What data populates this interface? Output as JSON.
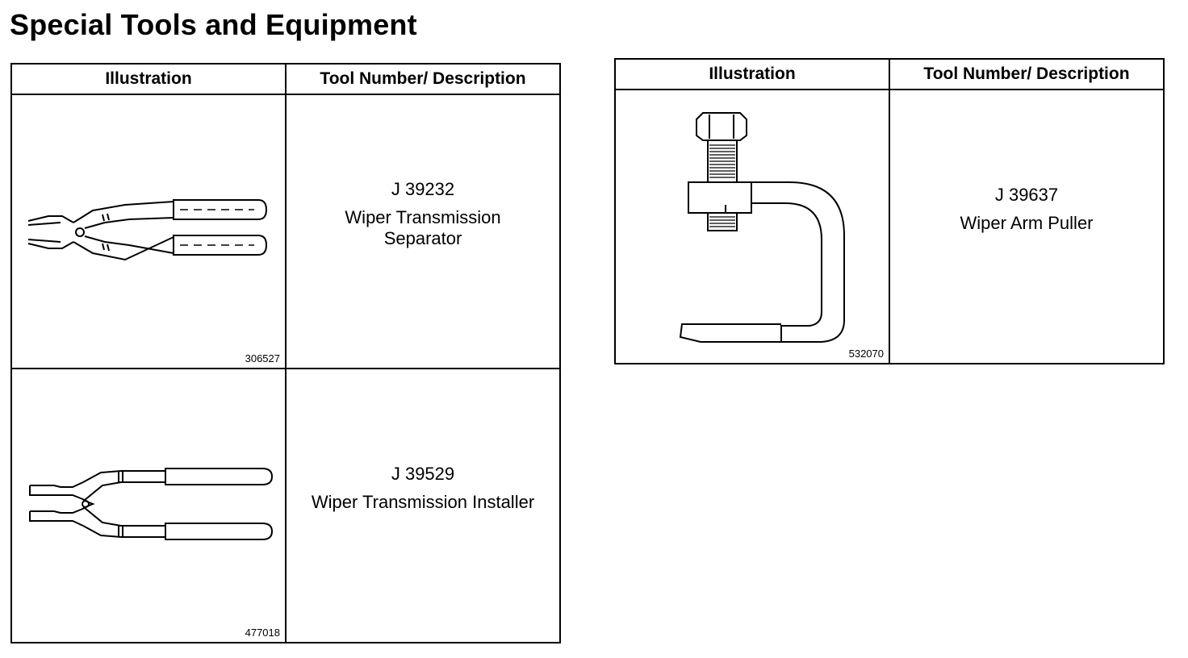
{
  "title": "Special Tools and Equipment",
  "headers": {
    "illustration": "Illustration",
    "tool": "Tool Number/ Description"
  },
  "tools": [
    {
      "figure_id": "306527",
      "number": "J 39232",
      "name": "Wiper Transmission Separator",
      "icon": "separator-pliers-icon"
    },
    {
      "figure_id": "477018",
      "number": "J 39529",
      "name": "Wiper Transmission Installer",
      "icon": "installer-pliers-icon"
    },
    {
      "figure_id": "532070",
      "number": "J 39637",
      "name": "Wiper Arm Puller",
      "icon": "arm-puller-icon"
    }
  ]
}
